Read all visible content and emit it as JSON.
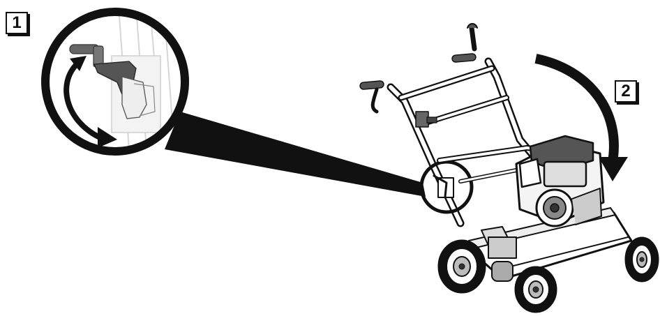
{
  "steps": [
    {
      "label": "1"
    },
    {
      "label": "2"
    }
  ],
  "icons": {
    "step1_rotation": "curved-arrow-icon",
    "step2_tilt": "curved-arrow-icon",
    "zoom_callout": "magnifier-callout"
  },
  "colors": {
    "line": "#111111",
    "metal": "#777777",
    "light": "#dddddd",
    "background": "#ffffff"
  }
}
